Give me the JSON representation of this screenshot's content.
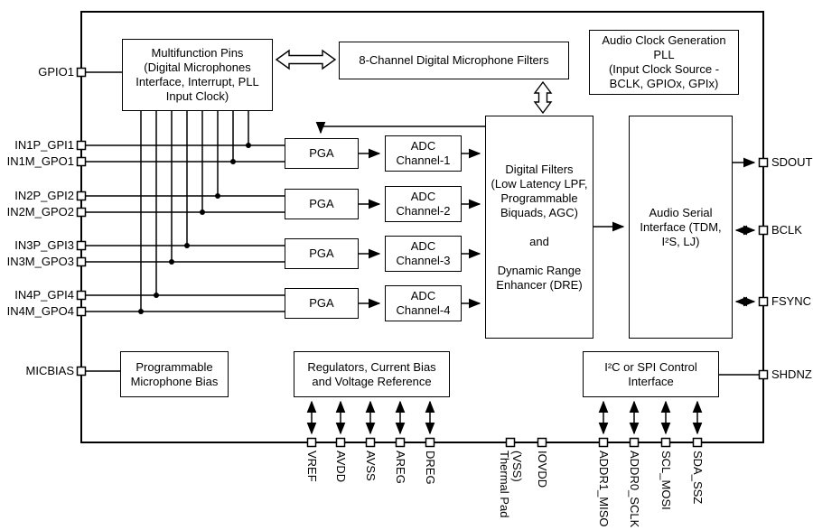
{
  "blocks": {
    "multifunction": "Multifunction Pins\n(Digital Microphones\nInterface, Interrupt, PLL\nInput Clock)",
    "dmic_filters": "8-Channel Digital Microphone Filters",
    "pll": "Audio Clock Generation\nPLL\n(Input Clock Source -\nBCLK, GPIOx, GPIx)",
    "pga": "PGA",
    "adc": [
      "ADC\nChannel-1",
      "ADC\nChannel-2",
      "ADC\nChannel-3",
      "ADC\nChannel-4"
    ],
    "digital_filters": "Digital Filters\n(Low Latency LPF,\nProgrammable\nBiquads, AGC)\n\nand\n\nDynamic Range\nEnhancer (DRE)",
    "asi": "Audio Serial\nInterface (TDM,\nI²S, LJ)",
    "mic_bias": "Programmable\nMicrophone Bias",
    "regulators": "Regulators, Current Bias\nand Voltage Reference",
    "control": "I²C or SPI Control\nInterface"
  },
  "pins": {
    "left": [
      "GPIO1",
      "IN1P_GPI1",
      "IN1M_GPO1",
      "IN2P_GPI2",
      "IN2M_GPO2",
      "IN3P_GPI3",
      "IN3M_GPO3",
      "IN4P_GPI4",
      "IN4M_GPO4",
      "MICBIAS"
    ],
    "right": [
      "SDOUT",
      "BCLK",
      "FSYNC",
      "SHDNZ"
    ],
    "bottom": [
      "VREF",
      "AVDD",
      "AVSS",
      "AREG",
      "DREG",
      "Thermal Pad\n(VSS)",
      "IOVDD",
      "ADDR1_MISO",
      "ADDR0_SCLK",
      "SCL_MOSI",
      "SDA_SSZ"
    ]
  },
  "colors": {
    "line": "#000000",
    "background": "#ffffff",
    "box_fill": "#ffffff"
  }
}
